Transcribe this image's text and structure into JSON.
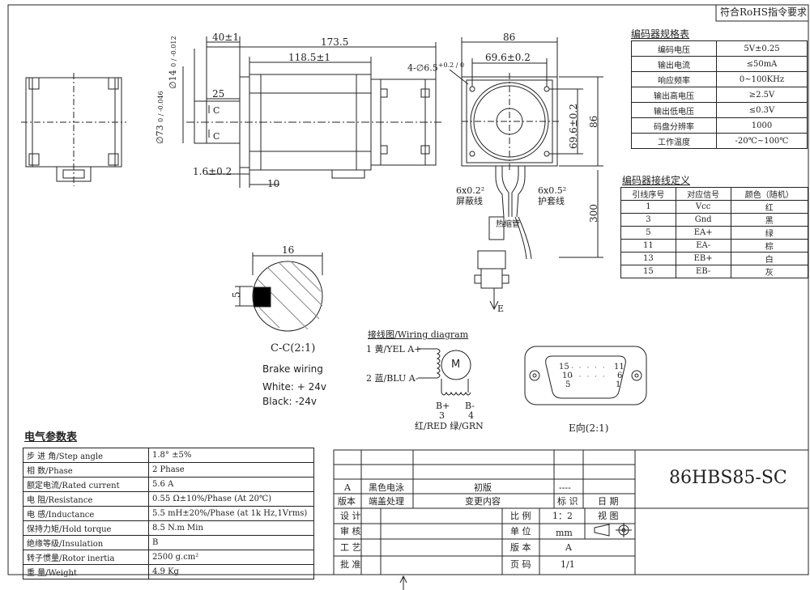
{
  "rohs": "符合RoHS指令要求",
  "dims": {
    "d40": "40±1",
    "d173": "173.5",
    "d118": "118.5±1",
    "d25": "25",
    "d1_6": "1.6±0.2",
    "d10": "10",
    "d86": "86",
    "d69h": "69.6±0.2",
    "d69v": "69.6±0.2",
    "d86v": "86",
    "hole": "4-∅6.5",
    "hole_tol": "+0.2 / 0",
    "shaft14": "∅14",
    "shaft14_tol": "0 / -0.012",
    "flange73": "∅73",
    "flange73_tol": "0 / -0.046",
    "c_top": "C",
    "c_bot": "C",
    "d300": "300",
    "d16": "16",
    "d5": "5",
    "e_arrow": "E"
  },
  "cables": {
    "left_spec": "6x0.2²",
    "left_label": "屏蔽线",
    "right_spec": "6x0.5²",
    "right_label": "护套线",
    "sleeve": "热缩管"
  },
  "section_title": "C-C(2:1)",
  "brake": {
    "title": "Brake wiring",
    "white": "White: + 24v",
    "black": "Black: -24v"
  },
  "wiring": {
    "title": "接线图/Wiring diagram",
    "a_plus": "1 黄/YEL A+",
    "a_minus": "2 蓝/BLU A-",
    "motor": "M",
    "b_plus": "B+",
    "b_plus_no": "3",
    "b_minus": "B-",
    "b_minus_no": "4",
    "b_colors": "红/RED 绿/GRN"
  },
  "connector": {
    "pins": [
      "15",
      "11",
      "10",
      "6",
      "5",
      "1"
    ],
    "label": "E向(2:1)"
  },
  "enc_spec": {
    "title": "编码器规格表",
    "rows": [
      [
        "编码电压",
        "5V±0.25"
      ],
      [
        "输出电流",
        "≤50mA"
      ],
      [
        "响应频率",
        "0~100KHz"
      ],
      [
        "输出高电压",
        "≥2.5V"
      ],
      [
        "输出低电压",
        "≤0.3V"
      ],
      [
        "码盘分辨率",
        "1000"
      ],
      [
        "工作温度",
        "-20℃~100℃"
      ]
    ]
  },
  "enc_wire": {
    "title": "编码器接线定义",
    "header": [
      "引线序号",
      "对应信号",
      "颜色（随机）"
    ],
    "rows": [
      [
        "1",
        "Vcc",
        "红"
      ],
      [
        "3",
        "Gnd",
        "黑"
      ],
      [
        "5",
        "EA+",
        "绿"
      ],
      [
        "11",
        "EA-",
        "棕"
      ],
      [
        "13",
        "EB+",
        "白"
      ],
      [
        "15",
        "EB-",
        "灰"
      ]
    ]
  },
  "elec": {
    "title": "电气参数表",
    "rows": [
      [
        "步 进 角/Step angle",
        "1.8° ±5%"
      ],
      [
        "相    数/Phase",
        "2   Phase"
      ],
      [
        "额定电流/Rated current",
        "5.6  A"
      ],
      [
        "电    阻/Resistance",
        "0.55 Ω±10%/Phase (At 20℃)"
      ],
      [
        "电    感/Inductance",
        "5.5 mH±20%/Phase (at 1k Hz,1Vrms)"
      ],
      [
        "保持力矩/Hold torque",
        "8.5 N.m   Min"
      ],
      [
        "绝缘等级/Insulation",
        "B"
      ],
      [
        "转子惯量/Rotor inertia",
        "2500 g.cm²"
      ],
      [
        "重    量/Weight",
        "4.9 Kg"
      ]
    ]
  },
  "title_block": {
    "model": "86HBS85-SC",
    "rev_a": "A",
    "rev_a_desc": "黑色电泳",
    "rev_a_change": "初版",
    "rev_a_dash": "----",
    "h_ver": "版本",
    "h_ver_desc": "端盖处理",
    "h_change": "变更内容",
    "h_mark": "标 识",
    "h_date": "日 期",
    "design": "设 计",
    "review": "审 核",
    "process": "工 艺",
    "approve": "批 准",
    "scale_l": "比 例",
    "scale_v": "1：2",
    "view_l": "视 图",
    "unit_l": "单 位",
    "unit_v": "mm",
    "ver_l": "版 本",
    "ver_v": "A",
    "page_l": "页 码",
    "page_v": "1/1"
  }
}
